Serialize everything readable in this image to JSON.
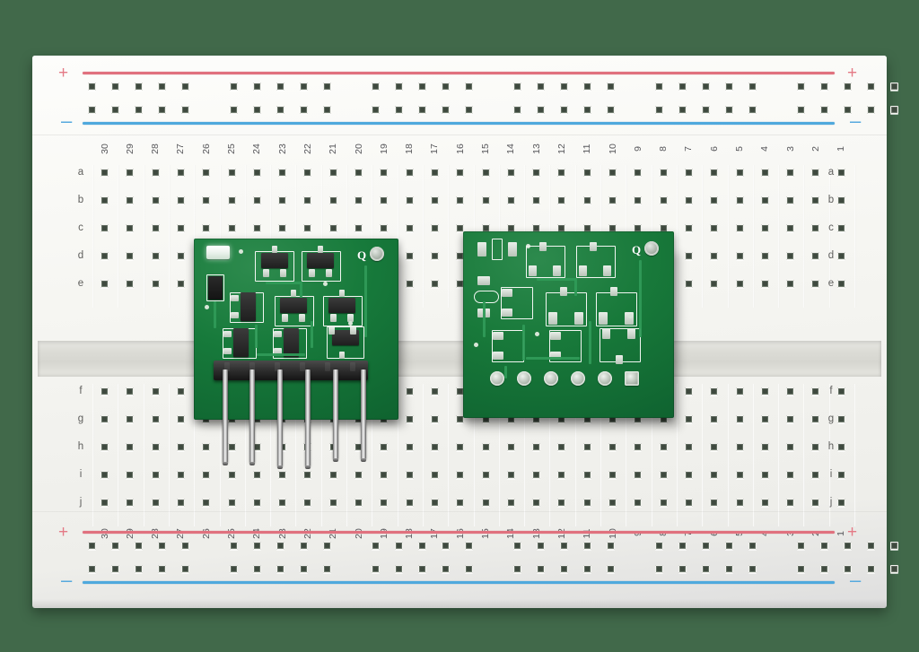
{
  "scene": {
    "title": "Solderless breadboard with two green PCB modules",
    "background_color": "#41694a"
  },
  "breadboard": {
    "body_color": "#f6f6f2",
    "columns_count": 30,
    "column_numbers": [
      30,
      29,
      28,
      27,
      26,
      25,
      24,
      23,
      22,
      21,
      20,
      19,
      18,
      17,
      16,
      15,
      14,
      13,
      12,
      11,
      10,
      9,
      8,
      7,
      6,
      5,
      4,
      3,
      2,
      1
    ],
    "rows_top": [
      "a",
      "b",
      "c",
      "d",
      "e"
    ],
    "rows_bottom": [
      "f",
      "g",
      "h",
      "i",
      "j"
    ],
    "power_rails": {
      "positive_symbol": "+",
      "negative_symbol": "–",
      "positive_color": "#e0717e",
      "negative_color": "#4fa9dd",
      "groups_per_rail": 6,
      "holes_per_group": 5
    }
  },
  "modules": [
    {
      "id": "pcb-left",
      "name": "Populated transistor logic module",
      "board_color": "#177a3b",
      "silkscreen_color": "#f2f6f2",
      "marking": "Q",
      "populated": true,
      "has_led": true,
      "header_pins": 6,
      "spans_columns": "19 to 25"
    },
    {
      "id": "pcb-right",
      "name": "Bare unpopulated PCB",
      "board_color": "#18793a",
      "silkscreen_color": "#f2f6f2",
      "marking": "Q",
      "populated": false,
      "has_led": false,
      "through_hole_pads": 6,
      "spans_columns": "10 to 17"
    }
  ]
}
